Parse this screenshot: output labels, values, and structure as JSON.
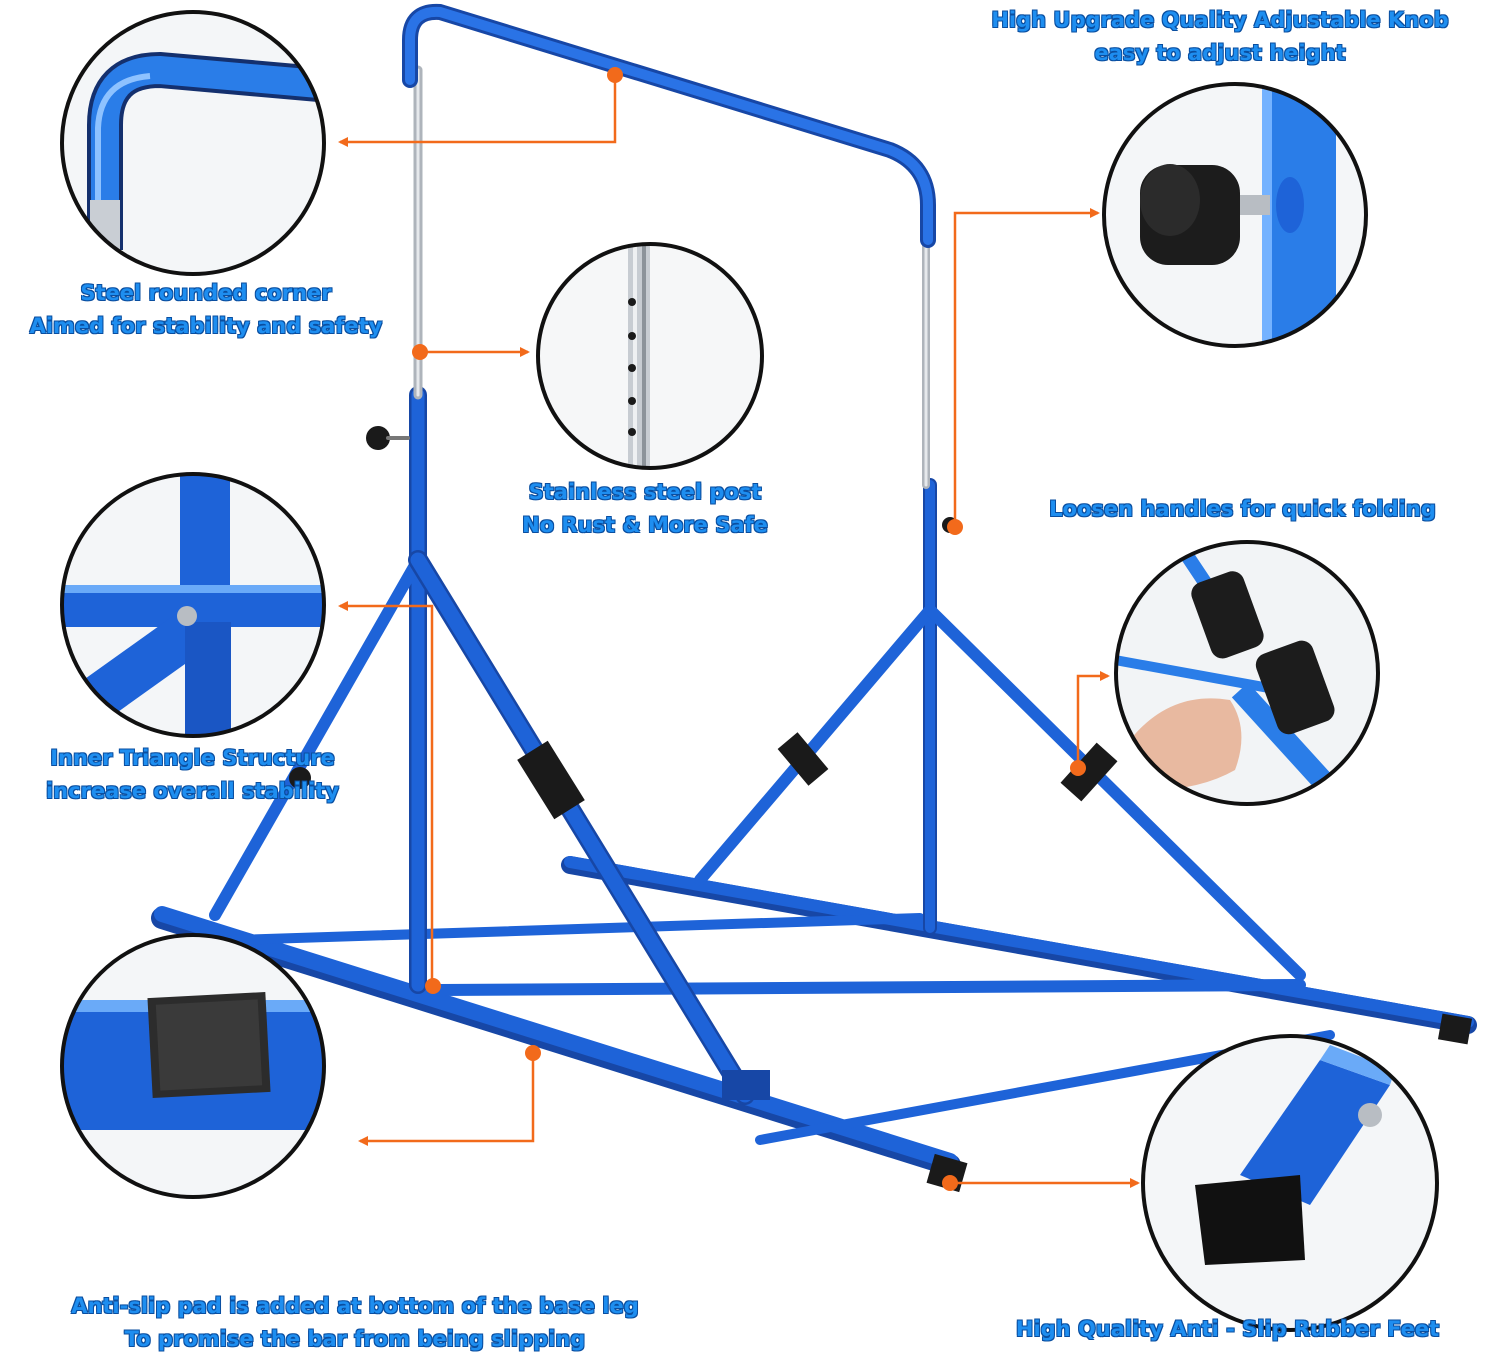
{
  "colors": {
    "frame": "#1e63d8",
    "frame_dark": "#1747a6",
    "callout": "#f26a1b",
    "label_text": "#1e8ef0",
    "rubber": "#1a1a1a",
    "steel": "#c9ced4"
  },
  "callouts": {
    "corner": {
      "line1": "Steel rounded corner",
      "line2": "Aimed for stability and safety",
      "icon": "rounded-corner-detail"
    },
    "post": {
      "line1": "Stainless steel post",
      "line2": "No Rust & More Safe",
      "icon": "steel-post-detail"
    },
    "knob": {
      "line1": "High Upgrade Quality Adjustable Knob",
      "line2": "easy to adjust height",
      "icon": "adjustable-knob-detail"
    },
    "folding": {
      "line1": "Loosen handles for quick folding",
      "icon": "folding-handle-detail"
    },
    "triangle": {
      "line1": "Inner Triangle Structure",
      "line2": "increase overall stability",
      "icon": "triangle-joint-detail"
    },
    "pad": {
      "line1": "Anti-slip pad is added at bottom of the base leg",
      "line2": "To promise the bar from being slipping",
      "icon": "anti-slip-pad-detail"
    },
    "feet": {
      "line1": "High Quality Anti - Slip Rubber Feet",
      "icon": "rubber-foot-detail"
    }
  }
}
